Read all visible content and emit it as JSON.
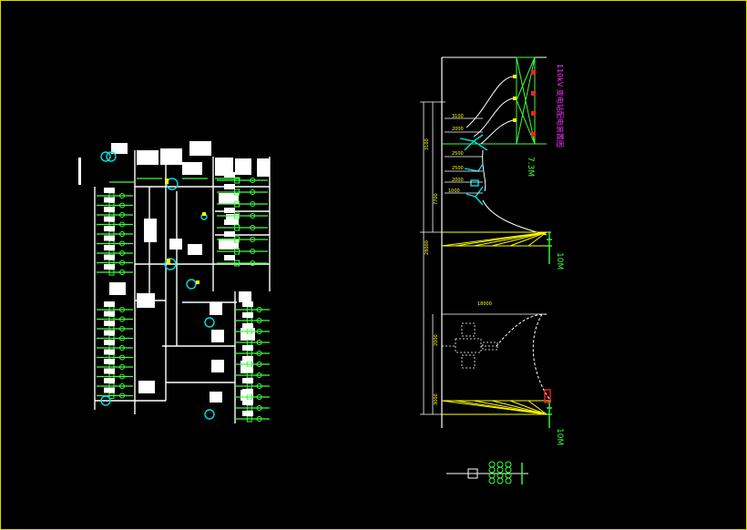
{
  "drawing": {
    "colors": {
      "background": "#000000",
      "border": "#d8d800",
      "bus": "#ffffff",
      "equipment": "#3cff3c",
      "device": "#00e0e0",
      "gantry": "#ffff00",
      "annotation": "#ff33ff",
      "alert": "#ff2020"
    }
  },
  "elevation": {
    "title": "110kV 变电站配电装置图",
    "heights": [
      "7.3M",
      "10M",
      "10M"
    ],
    "dims": [
      "3100",
      "2000",
      "2500",
      "2500",
      "2000",
      "1000",
      "7700",
      "28000",
      "18000",
      "2000",
      "3000"
    ]
  }
}
